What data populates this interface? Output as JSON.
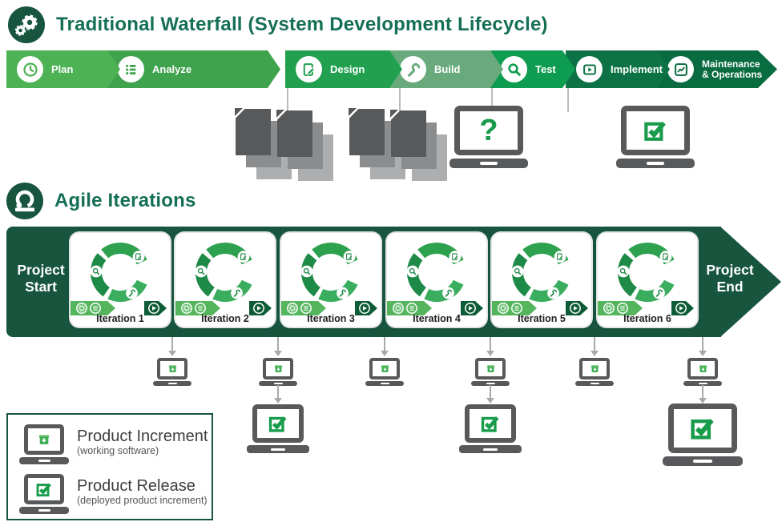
{
  "colors": {
    "title_green": "#156F56",
    "banner_green": "#17553F",
    "accent_green": "#189C4C",
    "band_green": "#54B55D",
    "card_dark_chevron": "#0E5C37",
    "ring_dark": "#1E8A47",
    "ring_mid": "#2EA14F",
    "ring_light": "#3BAD5E",
    "laptop_gray": "#58595B",
    "doc_dark_gray": "#58595B",
    "doc_mid_gray": "#8A8C8E",
    "doc_light_gray": "#ACAEB0",
    "arrow_gray": "#A7A9AC"
  },
  "waterfall": {
    "title": "Traditional Waterfall (System Development Lifecycle)",
    "title_icon": "gears-icon",
    "phases": [
      {
        "label": "Plan",
        "icon": "clock-icon",
        "color": "#4DB254"
      },
      {
        "label": "Analyze",
        "icon": "list-icon",
        "color": "#3FA24D"
      },
      {
        "label": "Design",
        "icon": "pencil-paper-icon",
        "color": "#21A04F"
      },
      {
        "label": "Build",
        "icon": "wrench-icon",
        "color": "#68AA7B"
      },
      {
        "label": "Test",
        "icon": "magnifier-icon",
        "color": "#0E9C50"
      },
      {
        "label": "Implement",
        "icon": "play-screen-icon",
        "color": "#0D7346"
      },
      {
        "label": "Maintenance & Operations",
        "lines": [
          "Maintenance",
          "& Operations"
        ],
        "icon": "chart-screen-icon",
        "color": "#096B40"
      }
    ],
    "artifacts": {
      "design_docs_icon": "document-stack-icon",
      "build_docs_icon": "document-stack-icon",
      "test_laptop_glyph": "?",
      "implement_laptop_icon": "checkbox-icon"
    }
  },
  "agile": {
    "title": "Agile Iterations",
    "title_icon": "loop-icon",
    "start_label_lines": [
      "Project",
      "Start"
    ],
    "end_label_lines": [
      "Project",
      "End"
    ],
    "iterations": [
      {
        "label": "Iteration 1",
        "release": false
      },
      {
        "label": "Iteration 2",
        "release": true
      },
      {
        "label": "Iteration 3",
        "release": false
      },
      {
        "label": "Iteration 4",
        "release": true
      },
      {
        "label": "Iteration 5",
        "release": false
      },
      {
        "label": "Iteration 6",
        "release": true,
        "large_release": true
      }
    ],
    "increment_icon": "package-box-icon",
    "release_icon": "checkbox-icon"
  },
  "legend": {
    "items": [
      {
        "icon": "increment-laptop-icon",
        "title": "Product Increment",
        "subtitle": "(working software)"
      },
      {
        "icon": "release-laptop-icon",
        "title": "Product Release",
        "subtitle": "(deployed product increment)"
      }
    ]
  }
}
